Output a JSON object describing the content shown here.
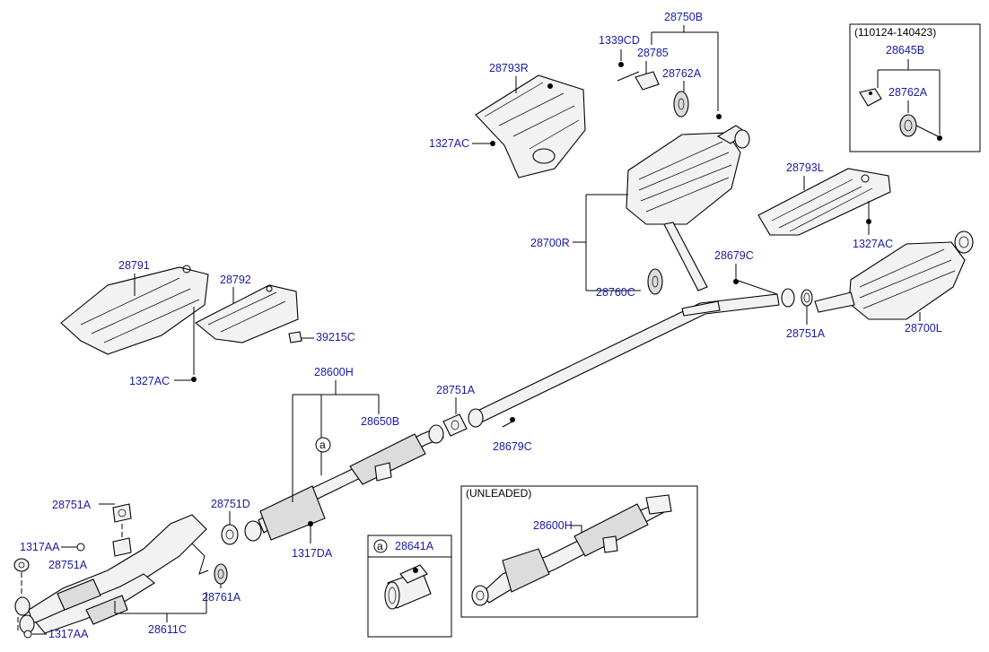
{
  "labels": {
    "p28750B": "28750B",
    "p1339CD": "1339CD",
    "p28785": "28785",
    "p28762A_top": "28762A",
    "p28793R": "28793R",
    "p1327AC_r": "1327AC",
    "p28793L": "28793L",
    "p1327AC_l": "1327AC",
    "p28700R": "28700R",
    "p28760C": "28760C",
    "p28679C_top": "28679C",
    "p28751A_right": "28751A",
    "p28700L": "28700L",
    "p28791": "28791",
    "p28792": "28792",
    "p39215C": "39215C",
    "p1327AC_left": "1327AC",
    "p28600H": "28600H",
    "p28650B": "28650B",
    "p28751A_mid": "28751A",
    "p28679C_mid": "28679C",
    "p28751D": "28751D",
    "p1317DA": "1317DA",
    "p28751A_left1": "28751A",
    "p1317AA_top": "1317AA",
    "p28751A_left2": "28751A",
    "p28761A": "28761A",
    "p28611C": "28611C",
    "p1317AA_bot": "1317AA"
  },
  "inset_date": {
    "range": "(110124-140423)",
    "p28645B": "28645B",
    "p28762A": "28762A"
  },
  "inset_clamp": {
    "marker": "a",
    "p28641A": "28641A"
  },
  "inset_unleaded": {
    "title": "(UNLEADED)",
    "p28600H": "28600H"
  },
  "ref_marker": "a"
}
